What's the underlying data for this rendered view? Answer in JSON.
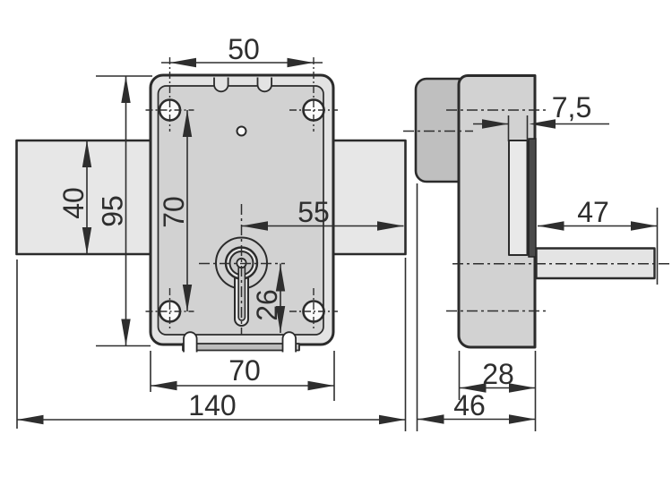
{
  "drawing": {
    "views": {
      "front": {
        "label": "front-view",
        "dims": {
          "top_hole_spacing": "50",
          "case_height": "95",
          "bolt_height": "40",
          "hole_spacing_vertical": "70",
          "axis_to_bolt_tip": "55",
          "axis_to_case_bottom": "26",
          "case_width": "70",
          "overall_length": "140"
        }
      },
      "side": {
        "label": "side-view",
        "dims": {
          "bolt_recess": "7,5",
          "spindle_length": "47",
          "case_depth": "28",
          "overall_depth": "46"
        }
      }
    },
    "colors": {
      "outline": "#2b2b2b",
      "dimension": "#2e2e2e",
      "case_fill": "#d2d2d2",
      "rim_fill": "#e3e3e3",
      "bolt_fill": "#e7e7e7",
      "side_bolt_fill": "#bfbfbf",
      "faceplate_fill": "#4a4a4a",
      "slot_fill": "#e9e9e9",
      "hole_fill": "#fafafa",
      "background": "#ffffff"
    }
  }
}
